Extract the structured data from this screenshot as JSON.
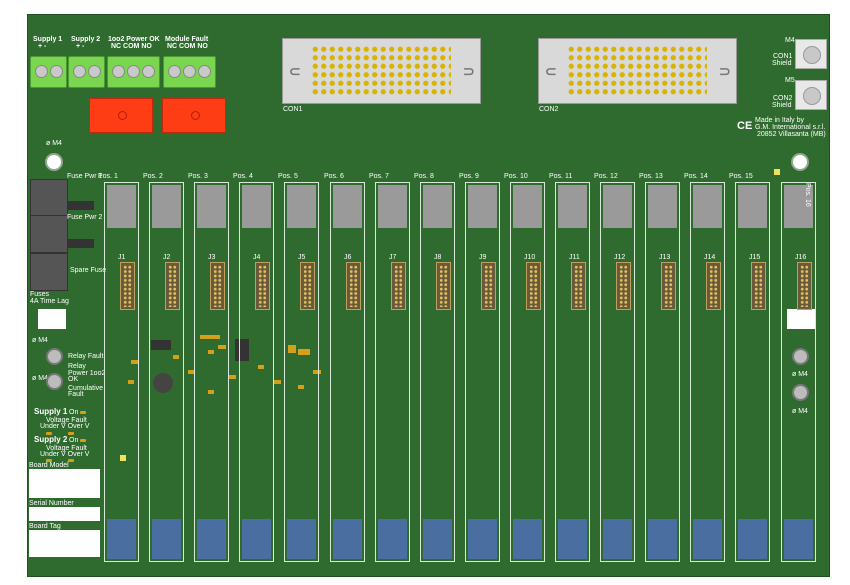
{
  "terminals": [
    {
      "title": "Supply 1",
      "pins": "+   -"
    },
    {
      "title": "Supply 2",
      "pins": "+   -"
    },
    {
      "title": "1oo2 Power OK",
      "pins": "NC COM NO"
    },
    {
      "title": "Module Fault",
      "pins": "NC COM NO"
    }
  ],
  "connectors": [
    "CON1",
    "CON2"
  ],
  "rf": [
    {
      "id": "M4",
      "label1": "CON1",
      "label2": "Shield"
    },
    {
      "id": "M5",
      "label1": "CON2",
      "label2": "Shield"
    }
  ],
  "maker": {
    "ce": "CE",
    "line1": "Made in Italy by",
    "line2": "G.M. International s.r.l.",
    "line3": "20852 Villasanta (MB)"
  },
  "mount": "ø M4",
  "fuses": {
    "f1": "Fuse Pwr 1",
    "f2": "Fuse Pwr 2",
    "spare": "Spare Fuse",
    "note1": "Fuses",
    "note2": "4A Time Lag"
  },
  "leds": {
    "relay_fault": "Relay Fault",
    "relay": "Relay",
    "power": "Power 1oo2",
    "ok": "OK",
    "cumulative": "Cumulative",
    "fault": "Fault"
  },
  "supplies": [
    {
      "title": "Supply 1",
      "on": "On",
      "vf": "Voltage Fault",
      "uo": "Under V  Over V"
    },
    {
      "title": "Supply 2",
      "on": "On",
      "vf": "Voltage Fault",
      "uo": "Under V  Over V"
    }
  ],
  "labels": {
    "board_model": "Board Model",
    "serial": "Serial Number",
    "tag": "Board Tag"
  },
  "positions": [
    "Pos. 1",
    "Pos. 2",
    "Pos. 3",
    "Pos. 4",
    "Pos. 5",
    "Pos. 6",
    "Pos. 7",
    "Pos. 8",
    "Pos. 9",
    "Pos. 10",
    "Pos. 11",
    "Pos. 12",
    "Pos. 13",
    "Pos. 14",
    "Pos. 15",
    "Pos. 16"
  ],
  "jacks": [
    "J1",
    "J2",
    "J3",
    "J4",
    "J5",
    "J6",
    "J7",
    "J8",
    "J9",
    "J10",
    "J11",
    "J12",
    "J13",
    "J14",
    "J15",
    "J16"
  ],
  "colors": {
    "pcb": "#2f6b2f",
    "terminal": "#7ad64f",
    "relay": "#ff3d14",
    "slot_top": "#9a9a9a",
    "slot_bottom": "#4a6ea0"
  }
}
